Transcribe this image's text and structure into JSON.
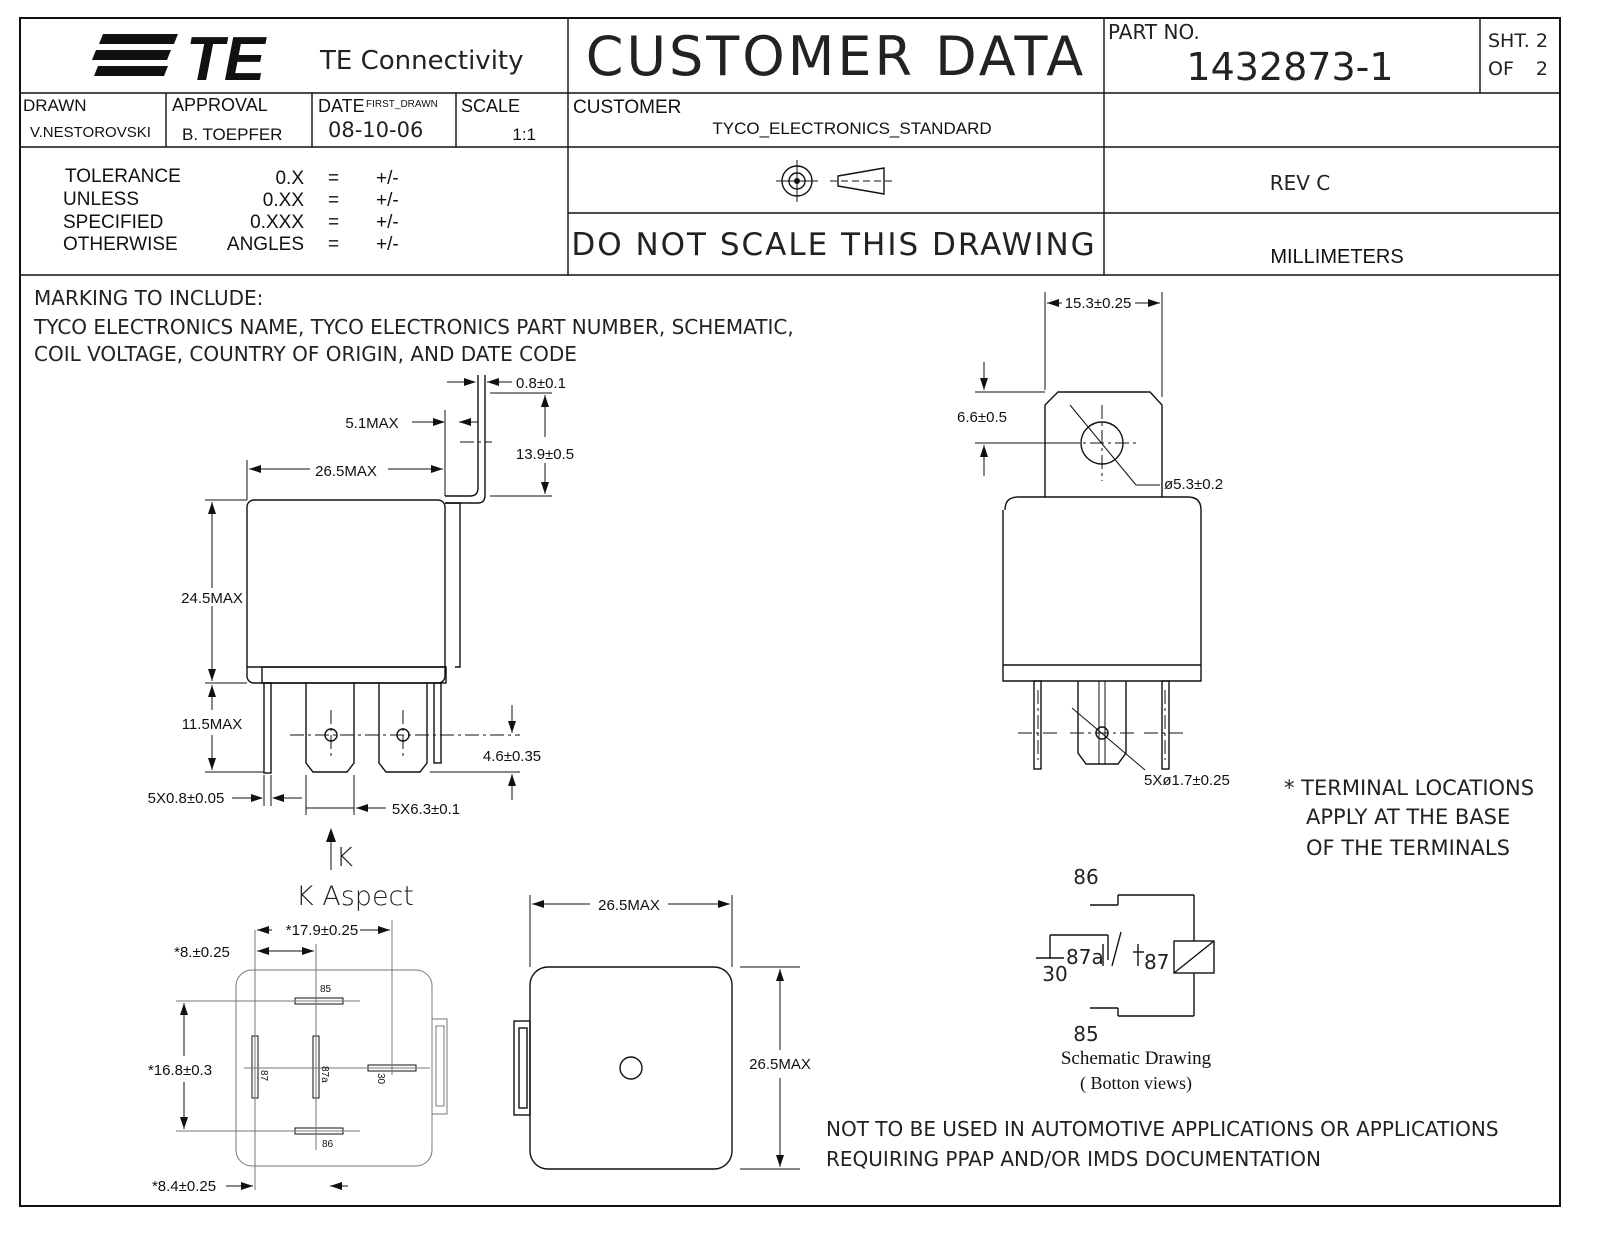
{
  "title_block": {
    "logo_text": "TE",
    "company": "TE Connectivity",
    "document_title": "CUSTOMER DATA",
    "part_no_label": "PART NO.",
    "part_no": "1432873-1",
    "sheet_label": "SHT.",
    "sheet": "2",
    "of_label": "OF",
    "of": "2",
    "drawn_label": "DRAWN",
    "drawn": "V.NESTOROVSKI",
    "approval_label": "APPROVAL",
    "approval": "B. TOEPFER",
    "date_label": "DATE",
    "date_sub_label": "FIRST_DRAWN",
    "date": "08-10-06",
    "scale_label": "SCALE",
    "scale": "1:1",
    "customer_label": "CUSTOMER",
    "customer": "TYCO_ELECTRONICS_STANDARD",
    "tolerance_words": [
      "TOLERANCE",
      "UNLESS",
      "SPECIFIED",
      "OTHERWISE"
    ],
    "tolerance_keys": [
      "0.X",
      "0.XX",
      "0.XXX",
      "ANGLES"
    ],
    "tolerance_eq": "=",
    "tolerance_val": "+/-",
    "revision": "REV C",
    "scale_note": "DO NOT SCALE THIS DRAWING",
    "units": "MILLIMETERS"
  },
  "notes": {
    "marking_title": "MARKING TO INCLUDE:",
    "marking_line1": "TYCO ELECTRONICS NAME, TYCO ELECTRONICS PART NUMBER, SCHEMATIC,",
    "marking_line2": "COIL VOLTAGE, COUNTRY OF ORIGIN, AND DATE CODE",
    "terminal_note": [
      "* TERMINAL LOCATIONS",
      "APPLY AT THE BASE",
      "OF THE TERMINALS"
    ],
    "automotive_line1": "NOT TO BE USED IN AUTOMOTIVE APPLICATIONS OR APPLICATIONS",
    "automotive_line2": "REQUIRING PPAP AND/OR IMDS DOCUMENTATION"
  },
  "dimensions": {
    "tab_thickness": "0.8±0.1",
    "tab_offset": "5.1MAX",
    "tab_height": "13.9±0.5",
    "width_front": "26.5MAX",
    "height_body": "24.5MAX",
    "terminal_length": "11.5MAX",
    "hole_from_tip": "4.6±0.35",
    "terminal_thickness": "5X0.8±0.05",
    "terminal_width": "5X6.3±0.1",
    "tab_width": "15.3±0.25",
    "tab_hole_pos": "6.6±0.5",
    "tab_hole_dia": "ø5.3±0.2",
    "terminal_hole_dia": "5Xø1.7±0.25",
    "bottom_x1": "*17.9±0.25",
    "bottom_x2": "*8.±0.25",
    "bottom_y1": "*16.8±0.3",
    "bottom_x3": "*8.4±0.25",
    "top_width": "26.5MAX",
    "top_height": "26.5MAX"
  },
  "view_labels": {
    "arrow_letter": "K",
    "aspect": "K Aspect"
  },
  "terminals": {
    "t85": "85",
    "t86": "86",
    "t87": "87",
    "t87a": "87a",
    "t30": "30"
  },
  "schematic": {
    "caption": "Schematic Drawing",
    "sub_caption": "( Botton views)"
  }
}
